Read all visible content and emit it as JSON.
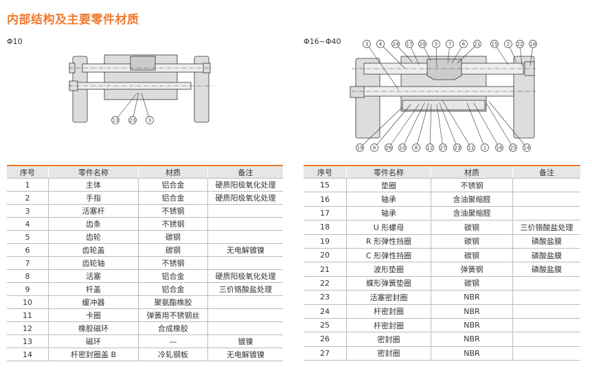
{
  "title": "内部结构及主要零件材质",
  "diagram_small": {
    "label": "Φ10",
    "callouts": [
      "13",
      "23",
      "3"
    ]
  },
  "diagram_large": {
    "label": "Φ16~Φ40",
    "callouts_top": [
      "3",
      "4",
      "24",
      "17",
      "20",
      "5",
      "7",
      "6",
      "21",
      "15",
      "2",
      "22",
      "18"
    ],
    "callouts_bottom": [
      "19",
      "9",
      "26",
      "10",
      "8",
      "12",
      "27",
      "23",
      "11",
      "1",
      "16",
      "25",
      "14"
    ]
  },
  "table_headers": [
    "序号",
    "零件名称",
    "材质",
    "备注"
  ],
  "table_left": [
    [
      "1",
      "主体",
      "铝合金",
      "硬质阳极氧化处理"
    ],
    [
      "2",
      "手指",
      "铝合金",
      "硬质阳极氧化处理"
    ],
    [
      "3",
      "活塞杆",
      "不锈钢",
      ""
    ],
    [
      "4",
      "齿条",
      "不锈钢",
      ""
    ],
    [
      "5",
      "齿轮",
      "碳钢",
      ""
    ],
    [
      "6",
      "齿轮盖",
      "碳钢",
      "无电解镀镍"
    ],
    [
      "7",
      "齿轮轴",
      "不锈钢",
      ""
    ],
    [
      "8",
      "活塞",
      "铝合金",
      "硬质阳极氧化处理"
    ],
    [
      "9",
      "杆盖",
      "铝合金",
      "三价铬酸盐处理"
    ],
    [
      "10",
      "缓冲器",
      "聚氨酯橡胶",
      ""
    ],
    [
      "11",
      "卡圈",
      "弹簧用不锈钢丝",
      ""
    ],
    [
      "12",
      "橡胶磁环",
      "合成橡胶",
      ""
    ],
    [
      "13",
      "磁环",
      "—",
      "镀镍"
    ],
    [
      "14",
      "杆密封圈盖 B",
      "冷轧钢板",
      "无电解镀镍"
    ]
  ],
  "table_right": [
    [
      "15",
      "垫圈",
      "不锈钢",
      ""
    ],
    [
      "16",
      "轴承",
      "含油聚缩醛",
      ""
    ],
    [
      "17",
      "轴承",
      "含油聚缩醛",
      ""
    ],
    [
      "18",
      "U 形螺母",
      "碳钢",
      "三价铬酸盐处理"
    ],
    [
      "19",
      "R 形弹性挡圈",
      "碳钢",
      "磷酸盐膜"
    ],
    [
      "20",
      "C 形弹性挡圈",
      "碳钢",
      "磷酸盐膜"
    ],
    [
      "21",
      "波形垫圈",
      "弹簧钢",
      "磷酸盐膜"
    ],
    [
      "22",
      "蝶形弹簧垫圈",
      "碳钢",
      ""
    ],
    [
      "23",
      "活塞密封圈",
      "NBR",
      ""
    ],
    [
      "24",
      "杆密封圈",
      "NBR",
      ""
    ],
    [
      "25",
      "杆密封圈",
      "NBR",
      ""
    ],
    [
      "26",
      "密封圈",
      "NBR",
      ""
    ],
    [
      "27",
      "密封圈",
      "NBR",
      ""
    ]
  ]
}
